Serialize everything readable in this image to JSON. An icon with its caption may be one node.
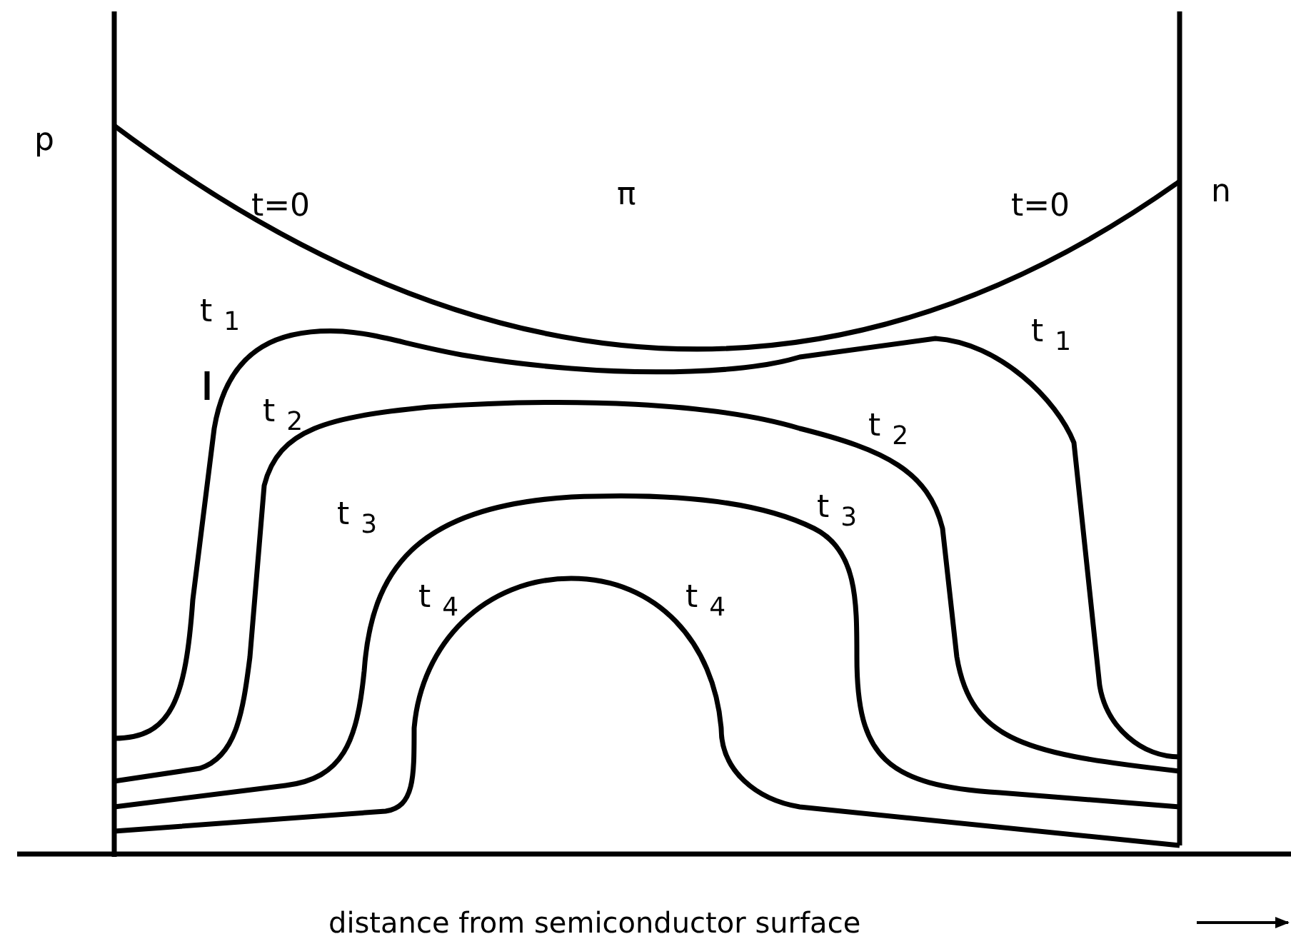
{
  "diagram": {
    "labels": [
      "p",
      "t=0",
      "π",
      "t=0",
      "n",
      "t$_{1}$",
      "t$_{1}$",
      "t$_{2}$",
      "t$_{2}$",
      "t$_{3}$",
      "t$_{3}$",
      "t$_{4}$",
      "t$_{4}$",
      "distance from semiconductor surface"
    ]
  }
}
